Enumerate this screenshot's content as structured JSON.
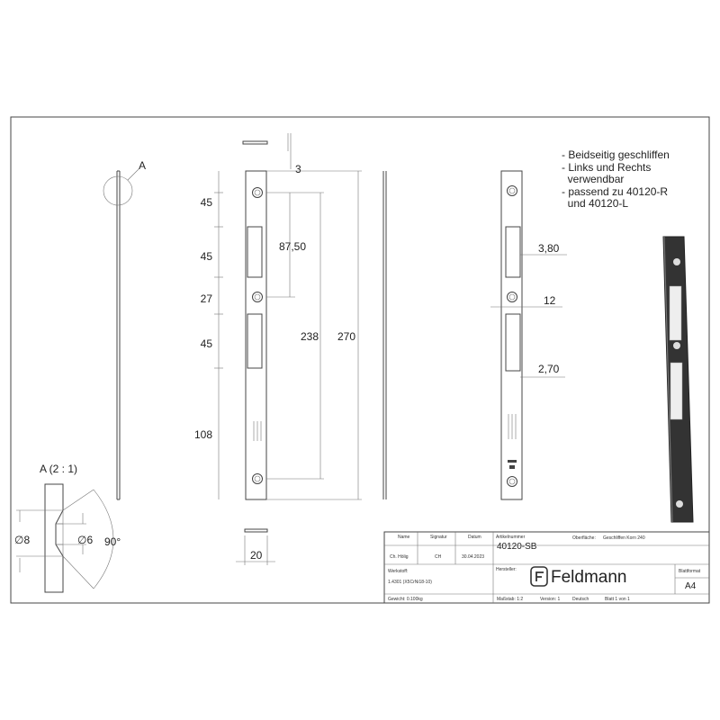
{
  "notes": [
    "- Beidseitig geschliffen",
    "- Links und Rechts",
    "  verwendbar",
    "- passend zu 40120-R",
    "  und 40120-L"
  ],
  "detail": {
    "marker": "A",
    "title": "A (2 : 1)",
    "dia_outer": "∅8",
    "dia_inner": "∅6",
    "angle": "90°"
  },
  "dims_front": {
    "thickness": "3",
    "d1": "45",
    "d2": "45",
    "d3": "27",
    "d4": "45",
    "d5": "108",
    "pitch": "87,50",
    "hole_span": "238",
    "length": "270",
    "width": "20"
  },
  "dims_back": {
    "slot_w": "3,80",
    "width": "12",
    "edge": "2,70"
  },
  "title_block": {
    "h_name": "Name",
    "h_signatur": "Signatur",
    "h_datum": "Datum",
    "h_artikel": "Artikelnummer",
    "h_oberflaeche": "Oberfläche:",
    "oberflaeche": "Geschliffen Korn 240",
    "name": "Ch. Hölig",
    "signatur": "CH",
    "datum": "30.04.2023",
    "artikel": "40120-SB",
    "werkstoff_label": "Werkstoff:",
    "werkstoff": "1.4301 (X5CrNi18-10)",
    "hersteller_label": "Hersteller:",
    "brand": "Feldmann",
    "blattformat_label": "Blattformat",
    "blattformat": "A4",
    "gewicht": "Gewicht: 0.100kg",
    "massstab": "Maßstab: 1:2",
    "version": "Version: 1",
    "sprache": "Deutsch",
    "blatt": "Blatt 1 von 1"
  }
}
